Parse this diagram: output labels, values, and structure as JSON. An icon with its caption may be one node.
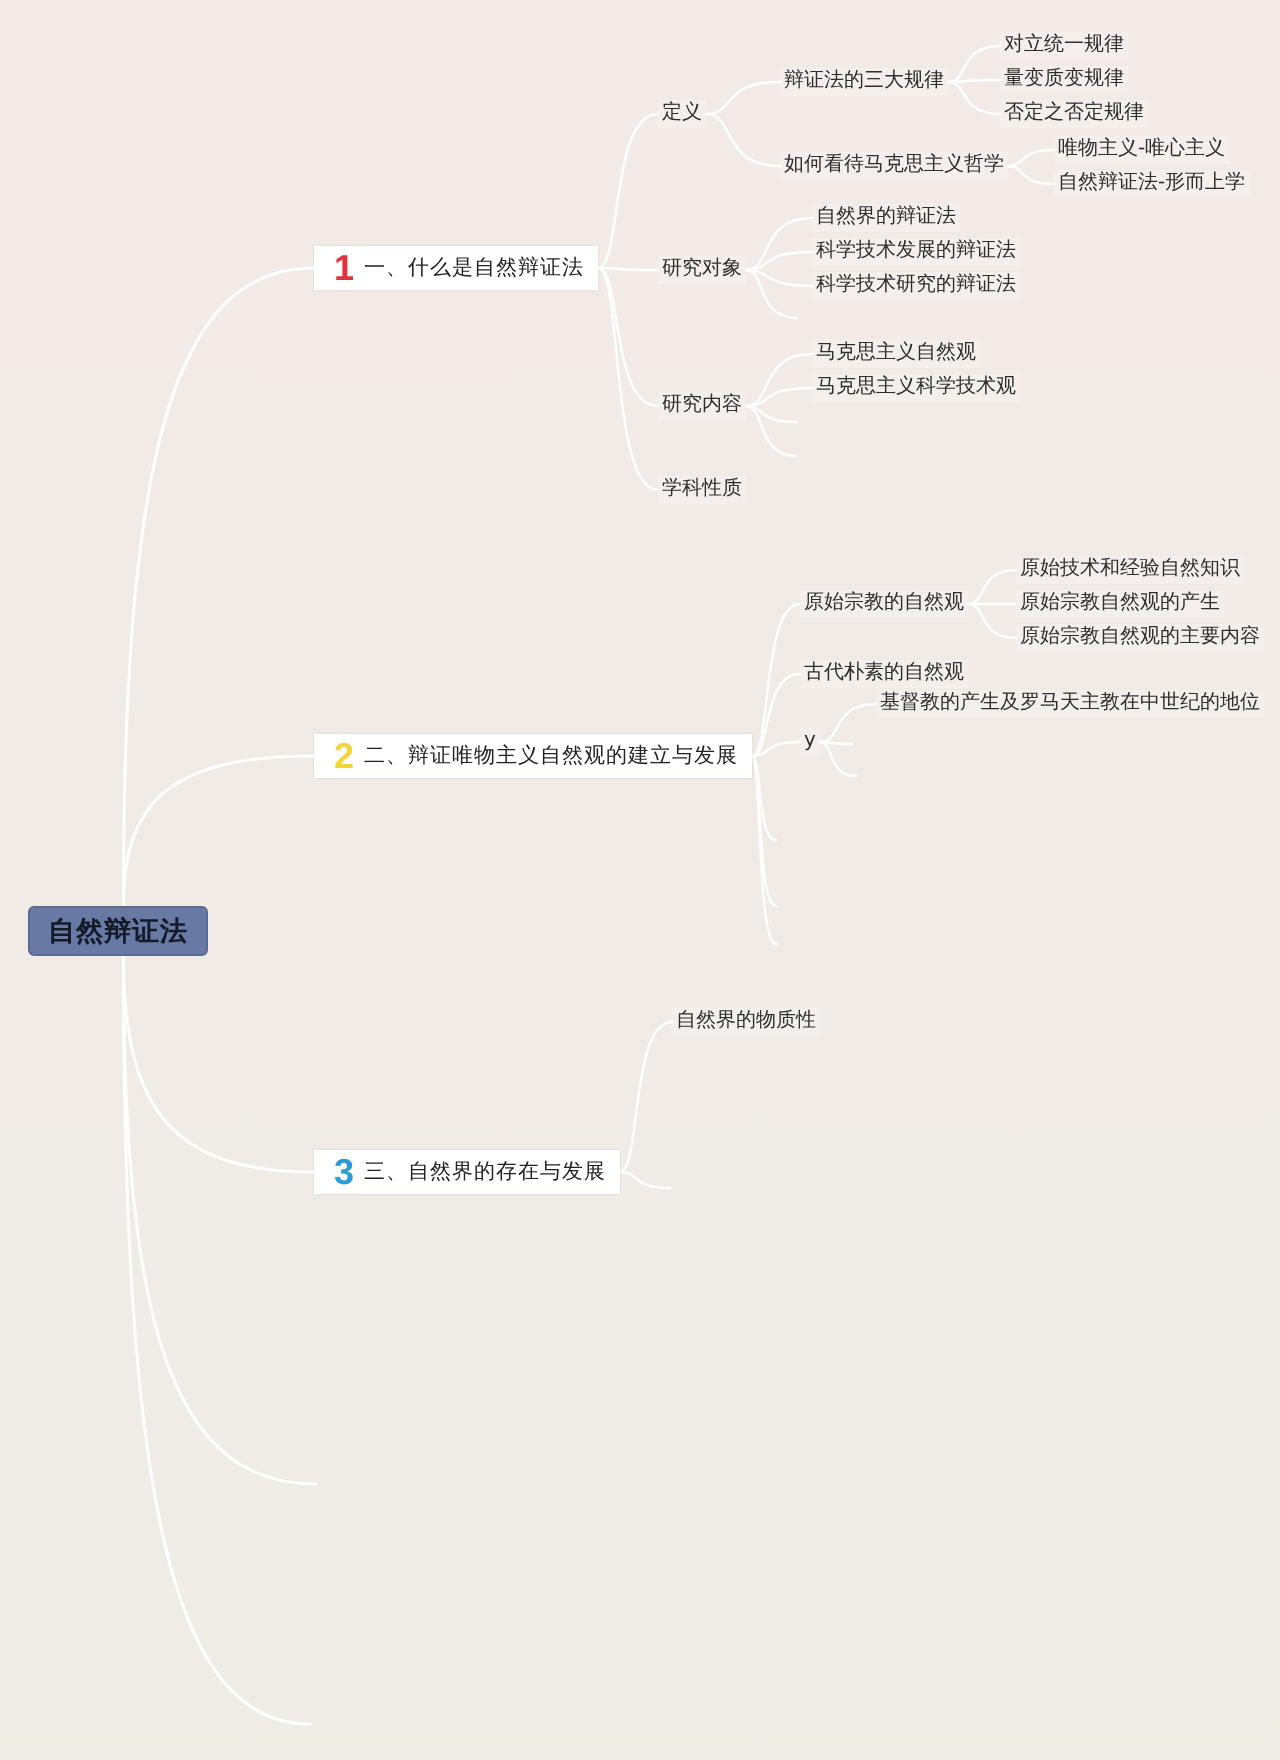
{
  "diagram": {
    "nodes": [
      {
        "text": [
          "自然辩证法"
        ]
      },
      {
        "text": [
          "1",
          "一、什么是自然辩证法"
        ]
      },
      {
        "text": [
          "定义"
        ]
      },
      {
        "text": [
          "辩证法的三大规律"
        ]
      },
      {
        "text": [
          "对立统一规律"
        ]
      },
      {
        "text": [
          "量变质变规律"
        ]
      },
      {
        "text": [
          "否定之否定规律"
        ]
      },
      {
        "text": [
          "如何看待马克思主义哲学"
        ]
      },
      {
        "text": [
          "唯物主义-唯心主义"
        ]
      },
      {
        "text": [
          "自然辩证法-形而上学"
        ]
      },
      {
        "text": [
          "研究对象"
        ]
      },
      {
        "text": [
          "自然界的辩证法"
        ]
      },
      {
        "text": [
          "科学技术发展的辩证法"
        ]
      },
      {
        "text": [
          "科学技术研究的辩证法"
        ]
      },
      {
        "text": [
          "研究内容"
        ]
      },
      {
        "text": [
          "马克思主义自然观"
        ]
      },
      {
        "text": [
          "马克思主义科学技术观"
        ]
      },
      {
        "text": [
          "学科性质"
        ]
      },
      {
        "text": [
          "2",
          "二、辩证唯物主义自然观的建立与发展"
        ]
      },
      {
        "text": [
          "原始宗教的自然观"
        ]
      },
      {
        "text": [
          "原始技术和经验自然知识"
        ]
      },
      {
        "text": [
          "原始宗教自然观的产生"
        ]
      },
      {
        "text": [
          "原始宗教自然观的主要内容"
        ]
      },
      {
        "text": [
          "古代朴素的自然观"
        ]
      },
      {
        "text": [
          "y"
        ]
      },
      {
        "text": [
          "基督教的产生及罗马天主教在中世纪的地位"
        ]
      },
      {
        "text": [
          "3",
          "三、自然界的存在与发展"
        ]
      },
      {
        "text": [
          "自然界的物质性"
        ]
      }
    ],
    "edges": [
      {
        "from": 0,
        "to": 1,
        "arrow": "none"
      },
      {
        "from": 0,
        "to": 18,
        "arrow": "none"
      },
      {
        "from": 0,
        "to": 26,
        "arrow": "none"
      },
      {
        "from": 0,
        "to": null,
        "arrow": "none"
      },
      {
        "from": 0,
        "to": null,
        "arrow": "none"
      },
      {
        "from": 1,
        "to": 2,
        "arrow": "none"
      },
      {
        "from": 1,
        "to": 10,
        "arrow": "none"
      },
      {
        "from": 1,
        "to": 14,
        "arrow": "none"
      },
      {
        "from": 1,
        "to": 17,
        "arrow": "none"
      },
      {
        "from": 2,
        "to": 3,
        "arrow": "none"
      },
      {
        "from": 2,
        "to": 7,
        "arrow": "none"
      },
      {
        "from": 3,
        "to": 4,
        "arrow": "none"
      },
      {
        "from": 3,
        "to": 5,
        "arrow": "none"
      },
      {
        "from": 3,
        "to": 6,
        "arrow": "none"
      },
      {
        "from": 7,
        "to": 8,
        "arrow": "none"
      },
      {
        "from": 7,
        "to": 9,
        "arrow": "none"
      },
      {
        "from": 10,
        "to": 11,
        "arrow": "none"
      },
      {
        "from": 10,
        "to": 12,
        "arrow": "none"
      },
      {
        "from": 10,
        "to": 13,
        "arrow": "none"
      },
      {
        "from": 10,
        "to": null,
        "arrow": "none"
      },
      {
        "from": 14,
        "to": 15,
        "arrow": "none"
      },
      {
        "from": 14,
        "to": 16,
        "arrow": "none"
      },
      {
        "from": 14,
        "to": null,
        "arrow": "none"
      },
      {
        "from": 14,
        "to": null,
        "arrow": "none"
      },
      {
        "from": 18,
        "to": 19,
        "arrow": "none"
      },
      {
        "from": 18,
        "to": 23,
        "arrow": "none"
      },
      {
        "from": 18,
        "to": 24,
        "arrow": "none"
      },
      {
        "from": 18,
        "to": null,
        "arrow": "none"
      },
      {
        "from": 18,
        "to": null,
        "arrow": "none"
      },
      {
        "from": 18,
        "to": null,
        "arrow": "none"
      },
      {
        "from": 19,
        "to": 20,
        "arrow": "none"
      },
      {
        "from": 19,
        "to": 21,
        "arrow": "none"
      },
      {
        "from": 19,
        "to": 22,
        "arrow": "none"
      },
      {
        "from": 24,
        "to": 25,
        "arrow": "none"
      },
      {
        "from": 24,
        "to": null,
        "arrow": "none"
      },
      {
        "from": 24,
        "to": null,
        "arrow": "none"
      },
      {
        "from": 26,
        "to": 27,
        "arrow": "none"
      },
      {
        "from": 26,
        "to": null,
        "arrow": "none"
      }
    ]
  }
}
